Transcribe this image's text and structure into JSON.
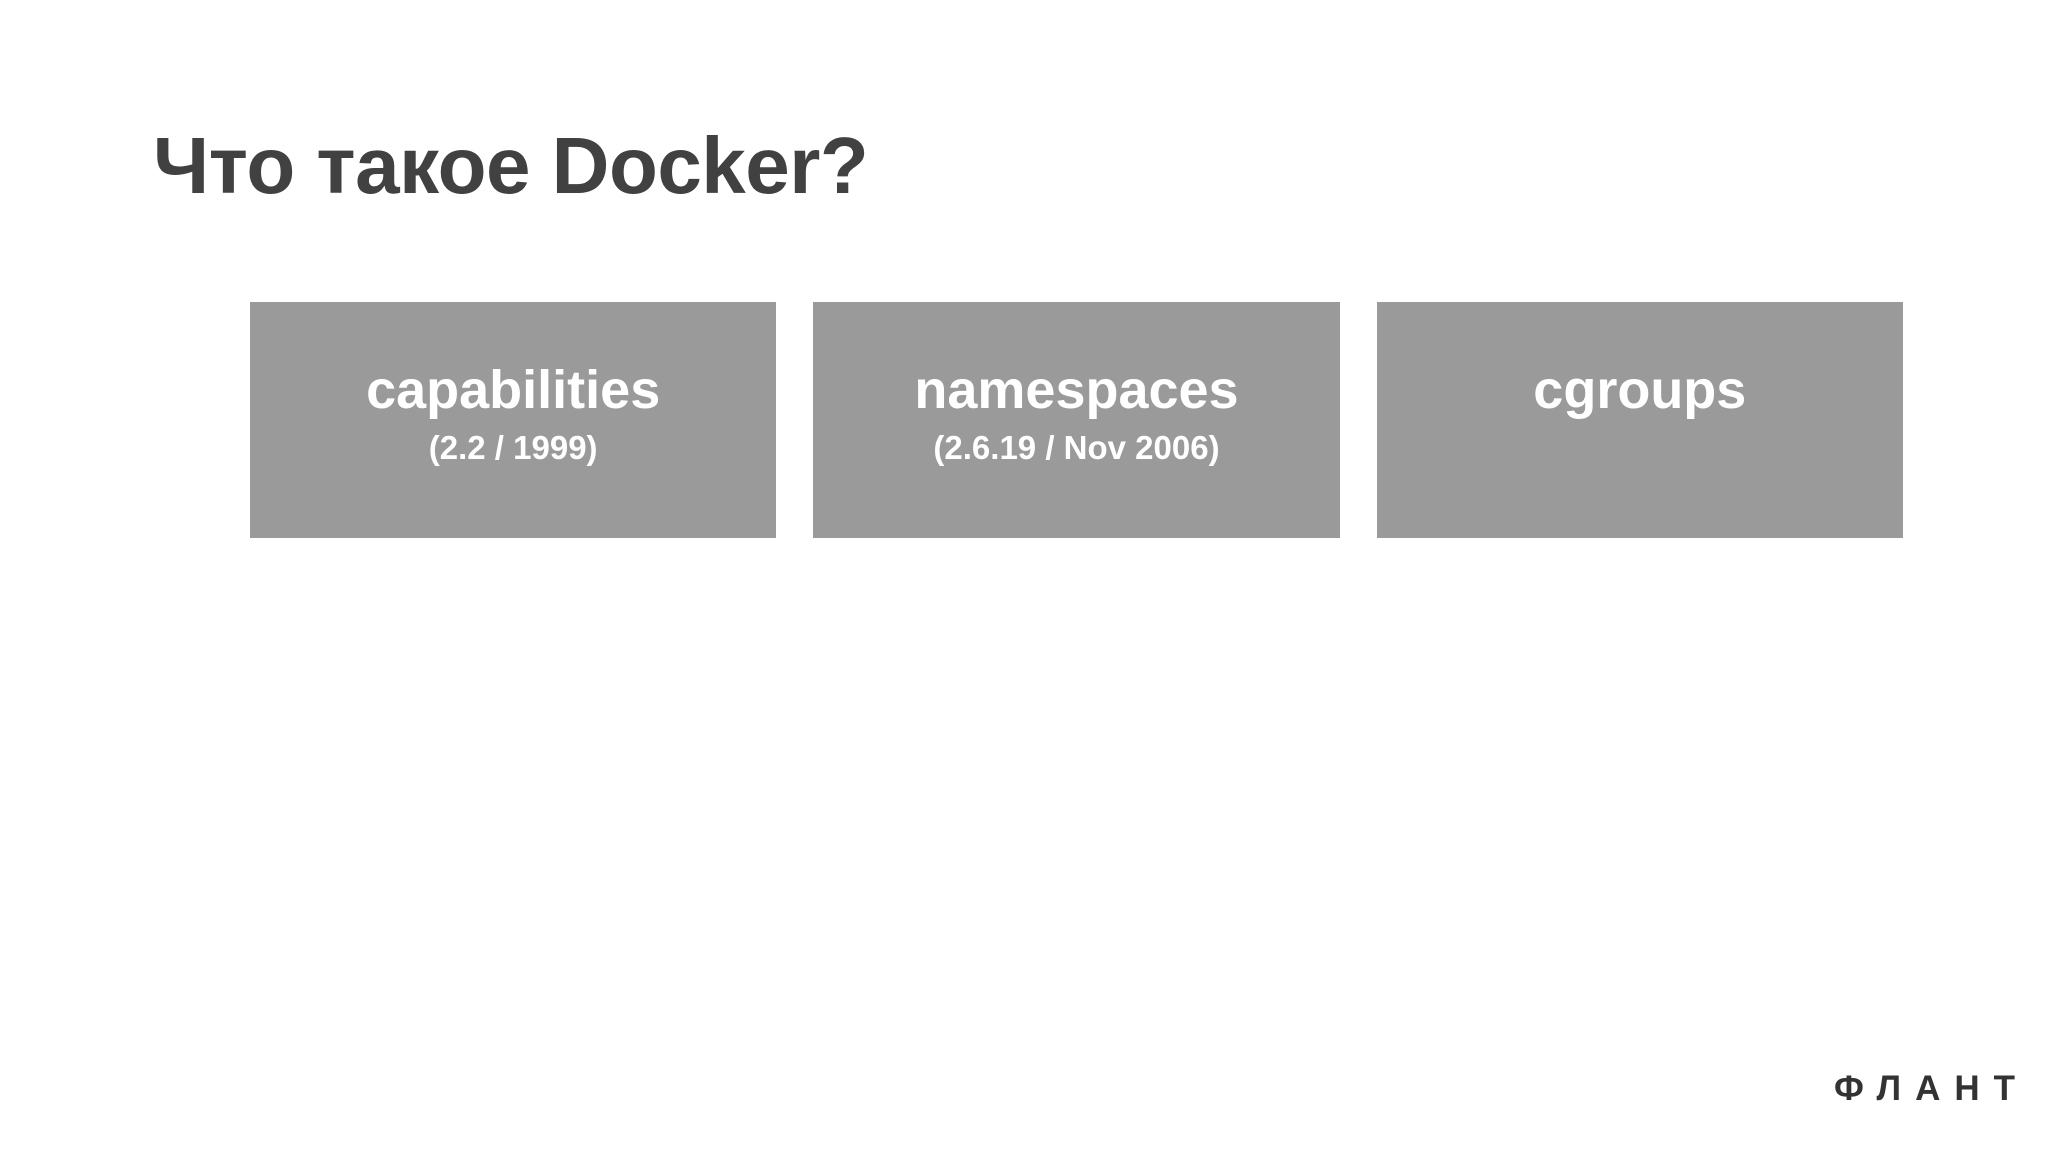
{
  "slide": {
    "background_color": "#ffffff",
    "title": "Что такое Docker?",
    "title_color": "#414141"
  },
  "boxes": {
    "fill_color": "#9a9a9a",
    "text_color": "#ffffff",
    "items": [
      {
        "label": "capabilities",
        "sublabel": "(2.2 / 1999)"
      },
      {
        "label": "namespaces",
        "sublabel": "(2.6.19 / Nov 2006)"
      },
      {
        "label": "cgroups",
        "sublabel": ""
      }
    ]
  },
  "footer": {
    "brand": "ФЛАНТ",
    "brand_color": "#333333"
  }
}
